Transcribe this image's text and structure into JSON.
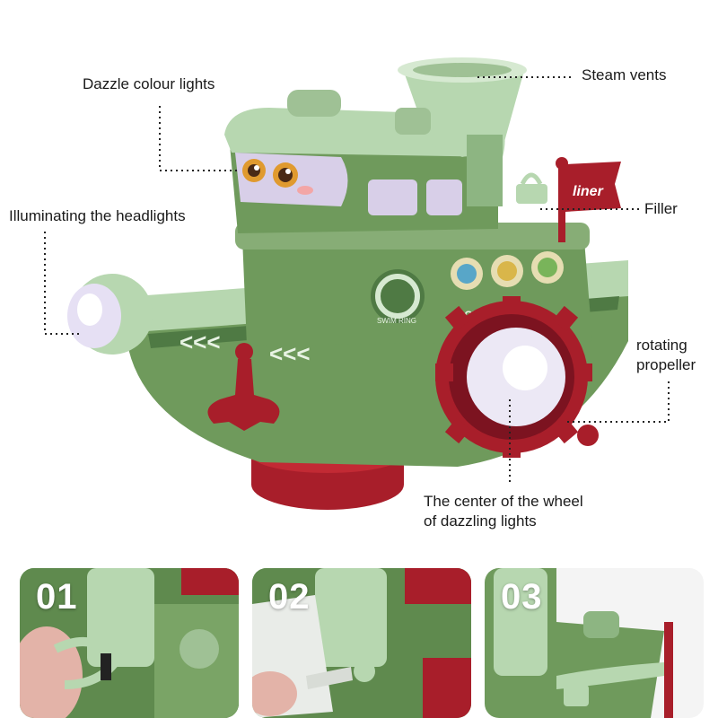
{
  "callouts": {
    "dazzle": "Dazzle colour lights",
    "steam": "Steam vents",
    "headlights": "Illuminating the headlights",
    "filler": "Filler",
    "propeller_line1": "rotating",
    "propeller_line2": "propeller",
    "center_line1": "The center of the wheel",
    "center_line2": "of dazzling lights"
  },
  "toy": {
    "flag_text": "liner",
    "ring_text": "SWIM RING",
    "hull_text": "LOVE WATER"
  },
  "steps": [
    {
      "number": "01"
    },
    {
      "number": "02"
    },
    {
      "number": "03"
    }
  ],
  "colors": {
    "hull_green": "#6f9a5c",
    "light_green": "#b7d7b0",
    "dark_green": "#4f7a44",
    "red": "#a81e2a",
    "dark_red": "#7c1320"
  }
}
